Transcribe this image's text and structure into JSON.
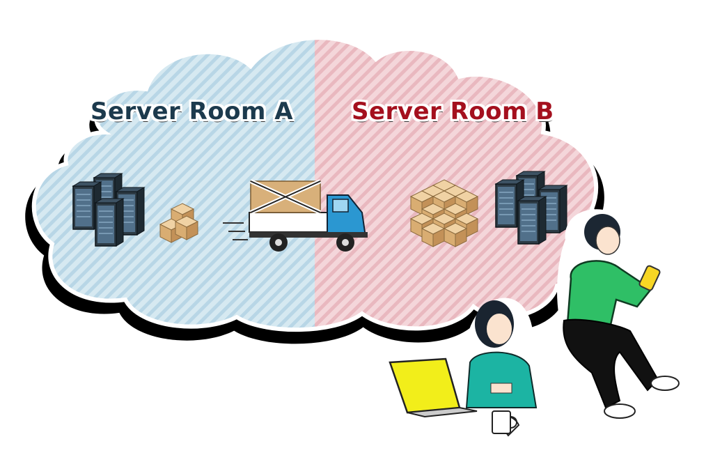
{
  "rooms": {
    "a": {
      "title": "Server Room A",
      "color": "#1c3a4d",
      "fill": "#d6e9f1",
      "stripe": "#b8d6e6"
    },
    "b": {
      "title": "Server Room B",
      "color": "#a4101e",
      "fill": "#f4d6da",
      "stripe": "#e9b8bf"
    }
  },
  "icons": {
    "server_a": "server-rack-icon",
    "boxes_a": "cardboard-boxes-icon",
    "truck": "delivery-truck-icon",
    "boxes_b": "cardboard-boxes-stack-icon",
    "server_b": "server-rack-icon"
  },
  "people": [
    "woman-with-laptop",
    "man-with-smartphone"
  ]
}
